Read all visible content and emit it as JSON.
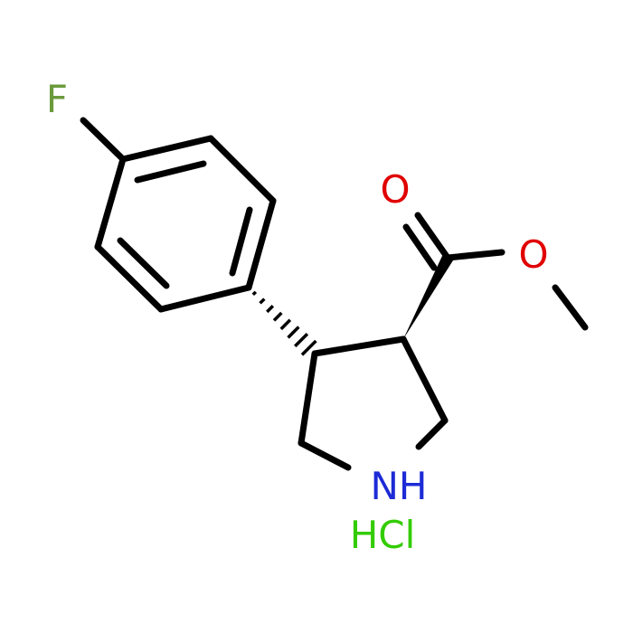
{
  "molecule": {
    "atoms": {
      "fluorine": {
        "label": "F",
        "color": "#6b9a3c"
      },
      "carbonyl_oxygen": {
        "label": "O",
        "color": "#e00000"
      },
      "ester_oxygen": {
        "label": "O",
        "color": "#e00000"
      },
      "ring_nitrogen": {
        "label": "NH",
        "color": "#1d2bd6"
      }
    },
    "salt": {
      "label": "HCl",
      "color": "#33cc00"
    },
    "bond_color": "#000000"
  }
}
